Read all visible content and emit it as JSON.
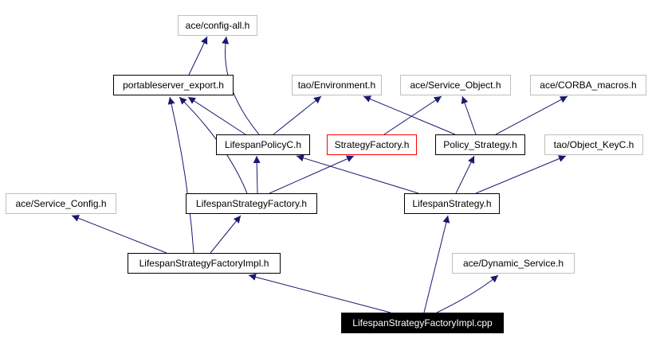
{
  "colors": {
    "edge": "#191970",
    "external_border": "#bfbfbf",
    "highlight_border": "#ff0000",
    "root_fill": "#000000"
  },
  "nodes": [
    {
      "id": "config_all",
      "label": "ace/config-all.h",
      "style": "ext"
    },
    {
      "id": "ps_export",
      "label": "portableserver_export.h",
      "style": "doc"
    },
    {
      "id": "environment",
      "label": "tao/Environment.h",
      "style": "ext"
    },
    {
      "id": "service_object",
      "label": "ace/Service_Object.h",
      "style": "ext"
    },
    {
      "id": "corba_macros",
      "label": "ace/CORBA_macros.h",
      "style": "ext"
    },
    {
      "id": "lifespan_policy",
      "label": "LifespanPolicyC.h",
      "style": "doc"
    },
    {
      "id": "strategy_factory",
      "label": "StrategyFactory.h",
      "style": "red"
    },
    {
      "id": "policy_strategy",
      "label": "Policy_Strategy.h",
      "style": "doc"
    },
    {
      "id": "object_key",
      "label": "tao/Object_KeyC.h",
      "style": "ext"
    },
    {
      "id": "service_config",
      "label": "ace/Service_Config.h",
      "style": "ext"
    },
    {
      "id": "ls_factory",
      "label": "LifespanStrategyFactory.h",
      "style": "doc"
    },
    {
      "id": "ls_strategy",
      "label": "LifespanStrategy.h",
      "style": "doc"
    },
    {
      "id": "ls_factory_impl_h",
      "label": "LifespanStrategyFactoryImpl.h",
      "style": "doc"
    },
    {
      "id": "dynamic_service",
      "label": "ace/Dynamic_Service.h",
      "style": "ext"
    },
    {
      "id": "ls_factory_impl_cpp",
      "label": "LifespanStrategyFactoryImpl.cpp",
      "style": "root"
    }
  ],
  "edges": [
    [
      "ps_export",
      "config_all"
    ],
    [
      "lifespan_policy",
      "config_all"
    ],
    [
      "lifespan_policy",
      "ps_export"
    ],
    [
      "lifespan_policy",
      "environment"
    ],
    [
      "strategy_factory",
      "service_object"
    ],
    [
      "policy_strategy",
      "environment"
    ],
    [
      "policy_strategy",
      "service_object"
    ],
    [
      "policy_strategy",
      "corba_macros"
    ],
    [
      "ls_factory",
      "ps_export"
    ],
    [
      "ls_factory",
      "lifespan_policy"
    ],
    [
      "ls_factory",
      "strategy_factory"
    ],
    [
      "ls_strategy",
      "lifespan_policy"
    ],
    [
      "ls_strategy",
      "policy_strategy"
    ],
    [
      "ls_strategy",
      "object_key"
    ],
    [
      "ls_factory_impl_h",
      "service_config"
    ],
    [
      "ls_factory_impl_h",
      "ps_export"
    ],
    [
      "ls_factory_impl_h",
      "ls_factory"
    ],
    [
      "ls_factory_impl_cpp",
      "ls_factory_impl_h"
    ],
    [
      "ls_factory_impl_cpp",
      "ls_strategy"
    ],
    [
      "ls_factory_impl_cpp",
      "dynamic_service"
    ]
  ]
}
